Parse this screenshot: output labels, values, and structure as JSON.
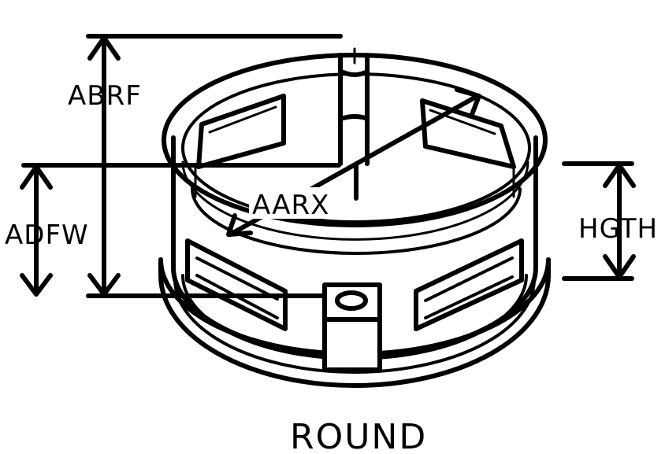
{
  "title": "ROUND",
  "dimensions": {
    "abrf": "ABRF",
    "adfw": "ADFW",
    "aarx": "AARX",
    "hgth": "HGTH"
  },
  "colors": {
    "ink": "#000000",
    "paper": "#ffffff"
  }
}
